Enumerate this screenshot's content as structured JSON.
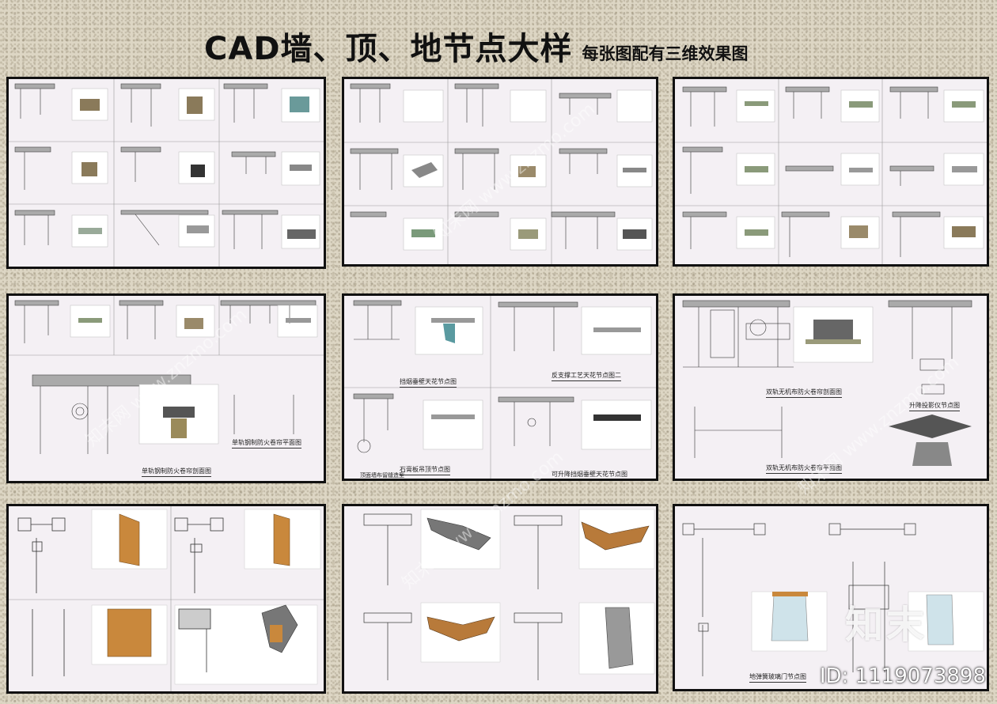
{
  "header": {
    "title": "CAD墙、顶、地节点大样",
    "subtitle": "每张图配有三维效果图"
  },
  "captions": {
    "p4_a": "单轨钢制防火卷帘平面图",
    "p4_b": "单轨钢制防火卷帘剖面图",
    "p5_a": "挡烟垂壁天花节点图",
    "p5_b": "反支撑工艺天花节点图二",
    "p5_c": "石膏板吊顶节点图",
    "p5_d": "可升降挡烟垂壁天花节点图",
    "p5_e": "顶面墙布留缝造型",
    "p6_a": "双轨无机布防火卷帘剖面图",
    "p6_b": "升降投影仪节点图",
    "p6_c": "双轨无机布防火卷帘平面图",
    "p9_a": "地弹簧玻璃门节点图"
  },
  "watermark": {
    "diagonal": "知末网 www.znzmo.com",
    "logo": "知末",
    "id": "ID: 1119073898"
  },
  "colors": {
    "panel_bg": "#f4f0f4",
    "border": "#111111",
    "concrete": "#9a9a9a",
    "wood": "#c9883c"
  }
}
